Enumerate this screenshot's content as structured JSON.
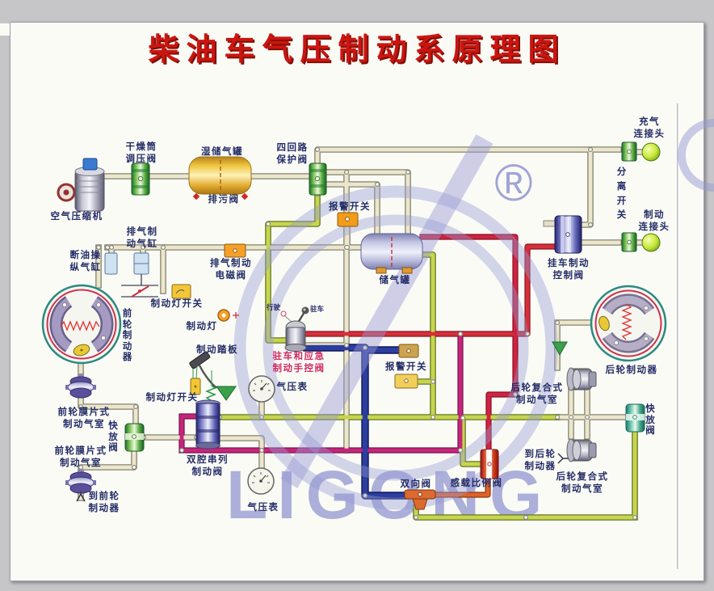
{
  "title": "柴油车气压制动系原理图",
  "watermark": {
    "brand": "LIGONG",
    "registered": "®"
  },
  "colors": {
    "title_red": "#cc1510",
    "label": "#232c66",
    "label_red": "#cf2a62",
    "watermark": "#989dd2",
    "pipe_cream": "#ece6cd",
    "pipe_green": "#c9d44f",
    "pipe_navy": "#2c3e9e",
    "pipe_red": "#d5303a",
    "pipe_crimson": "#cf2343",
    "pipe_magenta": "#c4267a",
    "pipe_orange": "#e0622a"
  },
  "labels": {
    "air_compressor": "空气压缩机",
    "dryer_valve": "干燥筒\n调压阀",
    "wet_tank": "湿储气罐",
    "drain_valve": "排污阀",
    "four_circuit_valve": "四回路\n保护阀",
    "alarm_switch_1": "报警开关",
    "air_tank": "储气罐",
    "trailer_valve": "挂车制动\n控制阀",
    "charge_connector": "充气\n连接头",
    "separation_switch": "分\n离\n开\n关",
    "brake_connector": "制动\n连接头",
    "exhaust_brake_cylinder": "排气制\n动气缸",
    "fuel_cutoff_cylinder": "断油操\n纵气缸",
    "brake_light_switch_1": "制动灯开关",
    "exhaust_solenoid_valve": "排气制动\n电磁阀",
    "brake_light": "制动灯",
    "front_wheel_brake": "前\n轮\n制\n动\n器",
    "brake_pedal": "制动踏板",
    "brake_light_switch_2": "制动灯开关",
    "hand_control_valve": "驻车和应急\n制动手控阀",
    "hand_valve_drive": "行驶",
    "hand_valve_park": "驻车",
    "pressure_gauge_1": "气压表",
    "alarm_switch_2": "报警开关",
    "front_chamber_1": "前轮膜片式\n制动气室",
    "quick_release_valve_1": "快\n放\n阀",
    "front_chamber_2": "前轮膜片式\n制动气室",
    "to_front_brake": "到前轮\n制动器",
    "tandem_brake_valve": "双腔串列\n制动阀",
    "pressure_gauge_2": "气压表",
    "two_way_valve": "双向阀",
    "load_proportion_valve": "感载比例阀",
    "rear_chamber_1": "后轮复合式\n制动气室",
    "rear_wheel_brake": "后轮制动器",
    "quick_release_valve_2": "快\n放\n阀",
    "to_rear_brake": "到后轮\n制动器",
    "rear_chamber_2": "后轮复合式\n制动气室"
  }
}
